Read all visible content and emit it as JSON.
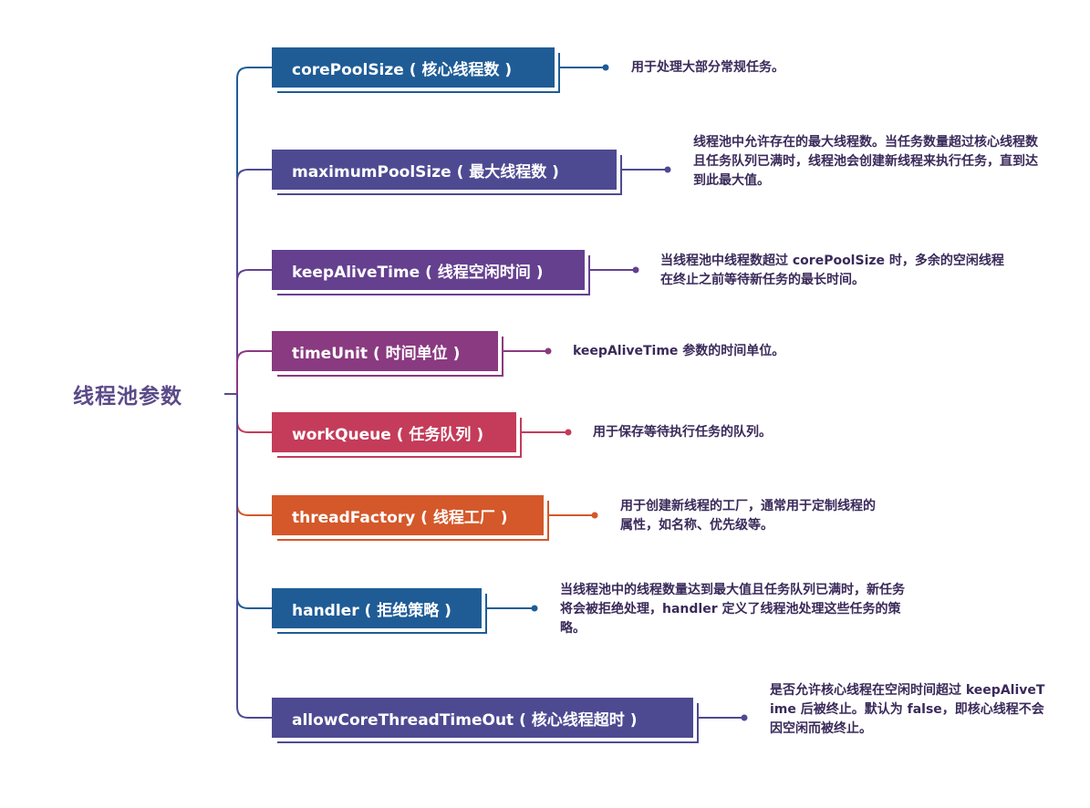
{
  "root": {
    "label": "线程池参数"
  },
  "params": [
    {
      "id": "core-pool-size",
      "label": "corePoolSize ( 核心线程数 )",
      "color": "#1f5c96",
      "description": "用于处理大部分常规任务。"
    },
    {
      "id": "maximum-pool-size",
      "label": "maximumPoolSize ( 最大线程数 )",
      "color": "#4e4a92",
      "description": "线程池中允许存在的最大线程数。当任务数量超过核心线程数且任务队列已满时，线程池会创建新线程来执行任务，直到达到此最大值。"
    },
    {
      "id": "keep-alive-time",
      "label": "keepAliveTime ( 线程空闲时间 )",
      "color": "#64408f",
      "description": "当线程池中线程数超过 corePoolSize 时，多余的空闲线程在终止之前等待新任务的最长时间。"
    },
    {
      "id": "time-unit",
      "label": "timeUnit ( 时间单位 )",
      "color": "#8a3a80",
      "description": "keepAliveTime 参数的时间单位。"
    },
    {
      "id": "work-queue",
      "label": "workQueue ( 任务队列 )",
      "color": "#c43c5a",
      "description": "用于保存等待执行任务的队列。"
    },
    {
      "id": "thread-factory",
      "label": "threadFactory ( 线程工厂 )",
      "color": "#d4582a",
      "description": "用于创建新线程的工厂，通常用于定制线程的属性，如名称、优先级等。"
    },
    {
      "id": "handler",
      "label": "handler ( 拒绝策略 )",
      "color": "#1f5c96",
      "description": "当线程池中的线程数量达到最大值且任务队列已满时，新任务将会被拒绝处理，handler 定义了线程池处理这些任务的策略。"
    },
    {
      "id": "allow-core-thread-timeout",
      "label": "allowCoreThreadTimeOut ( 核心线程超时 )",
      "color": "#4e4a92",
      "description": "是否允许核心线程在空闲时间超过 keepAliveTime 后被终止。默认为 false，即核心线程不会因空闲而被终止。"
    }
  ]
}
